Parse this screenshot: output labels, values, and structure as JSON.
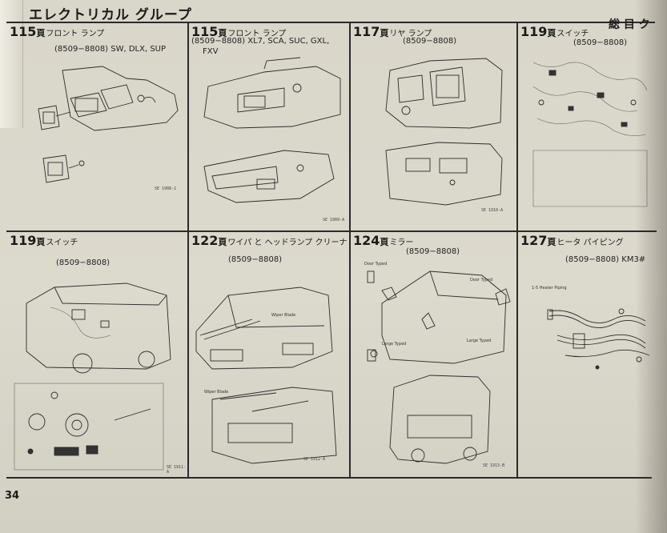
{
  "section_title": "エレクトリカル グループ",
  "page_number": "34",
  "index_tab": "総 目 ク",
  "cells": [
    {
      "page": "115",
      "kanji": "頁",
      "category": "フロント ランプ",
      "sub": "(8509−8808) SW, DLX, SUP",
      "ref": "SE 1908-1"
    },
    {
      "page": "115",
      "kanji": "頁",
      "category": "フロント ランプ",
      "sub": "(8509−8808) XL7, SCA, SUC, GXL,",
      "sub2": "FXV",
      "ref": "SE 1909-A"
    },
    {
      "page": "117",
      "kanji": "頁",
      "category": "リヤ ランプ",
      "sub": "(8509−8808)",
      "ref": "SE 1910-A"
    },
    {
      "page": "119",
      "kanji": "頁",
      "category": "スイッチ",
      "sub": "(8509−8808)",
      "ref": ""
    },
    {
      "page": "119",
      "kanji": "頁",
      "category": "スイッチ",
      "sub": "(8509−8808)",
      "ref": "SE 1911-A"
    },
    {
      "page": "122",
      "kanji": "頁",
      "category": "ワイパ と ヘッドランプ クリーナ",
      "sub": "(8509−8808)",
      "ref": "SE 1912-A"
    },
    {
      "page": "124",
      "kanji": "頁",
      "category": "ミラー",
      "sub": "(8509−8808)",
      "ref": "SE 1913-B"
    },
    {
      "page": "127",
      "kanji": "頁",
      "category": "ヒータ パイピング",
      "sub": "(8509−8808) KM3#",
      "ref": ""
    }
  ],
  "diagram_labels": {
    "wiper_blade": "Wiper Blade",
    "mirror_labels": [
      "Door Typed",
      "Large Typed"
    ],
    "heater_label": "1-5 Heater Piping"
  }
}
